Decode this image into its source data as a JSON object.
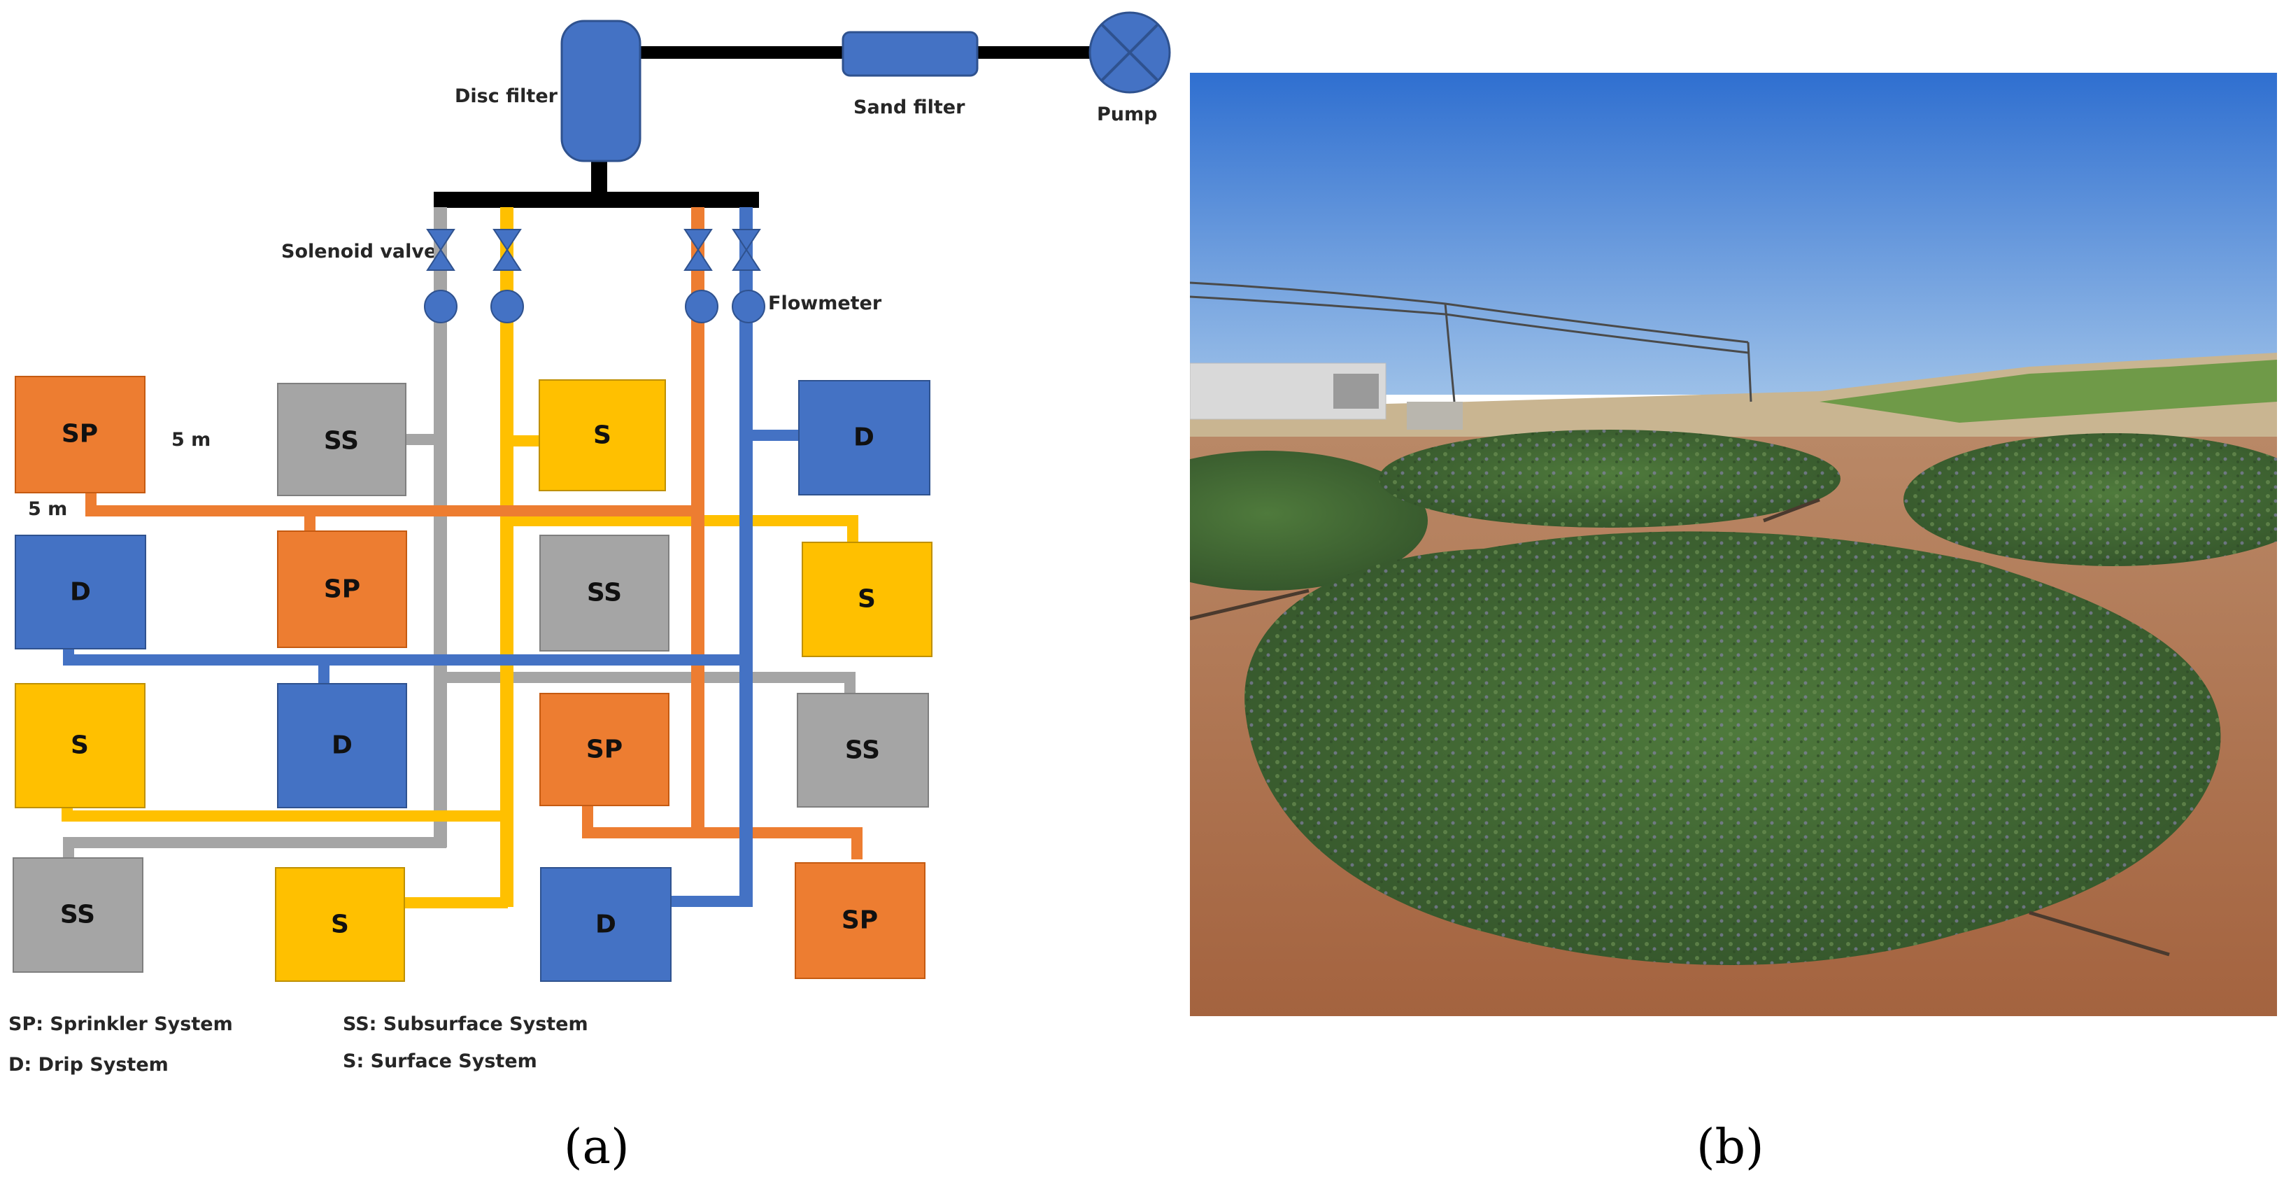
{
  "panel_a": {
    "caption": "(a)",
    "labels": {
      "disc_filter": "Disc filter",
      "sand_filter": "Sand filter",
      "pump": "Pump",
      "solenoid_valve": "Solenoid valve",
      "flowmeter": "Flowmeter",
      "spacing_h": "5 m",
      "spacing_v": "5 m"
    },
    "plots": {
      "r1c1": "SP",
      "r1c2": "SS",
      "r1c3": "S",
      "r1c4": "D",
      "r2c1": "D",
      "r2c2": "SP",
      "r2c3": "SS",
      "r2c4": "S",
      "r3c1": "S",
      "r3c2": "D",
      "r3c3": "SP",
      "r3c4": "SS",
      "r4c1": "SS",
      "r4c2": "S",
      "r4c3": "D",
      "r4c4": "SP"
    },
    "legend": {
      "sp": "SP: Sprinkler System",
      "ss": "SS: Subsurface System",
      "d": "D: Drip System",
      "s": "S: Surface System"
    },
    "colors": {
      "sprinkler": "#ED7D31",
      "subsurface": "#A5A5A5",
      "surface": "#FFC000",
      "drip": "#4472C4",
      "mainline": "#000000"
    }
  },
  "panel_b": {
    "caption": "(b)",
    "photo": "alfalfa-field-plots"
  }
}
